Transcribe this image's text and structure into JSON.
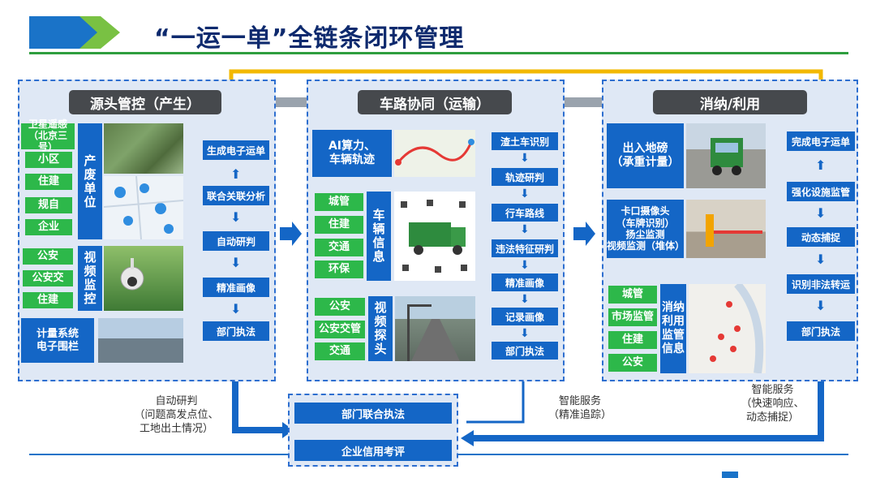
{
  "header": {
    "title": "“一运一单”全链条闭环管理"
  },
  "colors": {
    "accent_blue": "#1466c6",
    "accent_green": "#2db84a",
    "header_dark": "#46494d",
    "arrow_yellow": "#f2b800",
    "section_bg": "#dfe8f5"
  },
  "source": {
    "header": "源头管控（产生）",
    "satellite": "卫星遥感\n（北京三号）",
    "producers": [
      "小区",
      "住建",
      "规自",
      "企业"
    ],
    "producer_label": "产废单位",
    "video_sources": [
      "公安",
      "公安交",
      "住建"
    ],
    "video_label": "视频监控",
    "metering": "计量系统\n电子围栏",
    "steps": [
      "生成电子运单",
      "联合关联分析",
      "自动研判",
      "精准画像",
      "部门执法"
    ]
  },
  "transport": {
    "header": "车路协同（运输）",
    "ai": "AI算力、\n车辆轨迹",
    "vehicle_sources": [
      "城管",
      "住建",
      "交通",
      "环保"
    ],
    "vehicle_label": "车辆信息",
    "road_sources": [
      "公安",
      "公安交管",
      "交通"
    ],
    "road_label": "视频探头",
    "steps": [
      "渣土车识别",
      "轨迹研判",
      "行车路线",
      "违法特征研判",
      "精准画像",
      "记录画像",
      "部门执法"
    ]
  },
  "disposal": {
    "header": "消纳/利用",
    "weighbridge": "出入地磅\n（承重计量）",
    "camera": "卡口摄像头\n（车牌识别）\n扬尘监测\n视频监测（堆体）",
    "sources": [
      "城管",
      "市场监管",
      "住建",
      "公安"
    ],
    "info_label": "消纳利用监管信息",
    "steps": [
      "完成电子运单",
      "强化设施监管",
      "动态捕捉",
      "识别非法转运",
      "部门执法"
    ]
  },
  "bottom": {
    "boxes": [
      "部门联合执法",
      "企业信用考评"
    ],
    "note_left": "自动研判\n（问题高发点位、\n工地出土情况）",
    "note_mid": "智能服务\n（精准追踪）",
    "note_right": "智能服务\n（快速响应、\n动态捕捉）"
  }
}
